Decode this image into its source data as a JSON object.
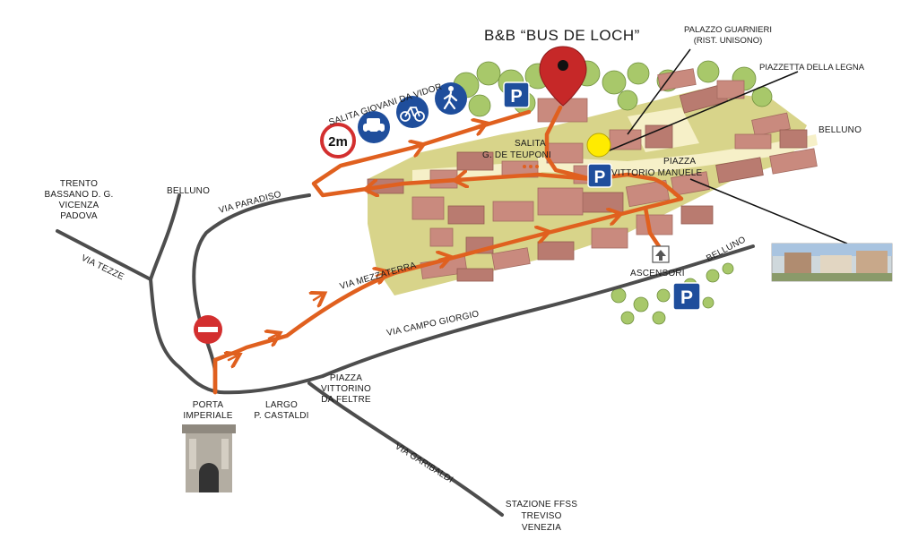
{
  "title": "B&B “BUS DE LOCH”",
  "labels": {
    "palazzo_guarnieri": "PALAZZO GUARNIERI",
    "rist_unisono": "(RIST. UNISONO)",
    "piazzetta_legna": "PIAZZETTA DELLA LEGNA",
    "belluno_east": "BELLUNO",
    "salita_giovani": "SALITA GIOVANI DA VIDOR",
    "salita": "SALITA",
    "teuponi": "G. DE TEUPONI",
    "piazza": "PIAZZA",
    "vittorio_manuele": "VITTORIO MANUELE",
    "trento_1": "TRENTO",
    "trento_2": "BASSANO D. G.",
    "trento_3": "VICENZA",
    "trento_4": "PADOVA",
    "belluno_west": "BELLUNO",
    "via_paradiso": "VIA PARADISO",
    "via_tezze": "VIA TEZZE",
    "via_mezzaterra": "VIA MEZZATERRA",
    "ascensori": "ASCENSORI",
    "belluno_se": "BELLUNO",
    "via_campo_giorgio": "VIA CAMPO GIORGIO",
    "piazza_v_1": "PIAZZA",
    "piazza_v_2": "VITTORINO",
    "piazza_v_3": "DA FELTRE",
    "porta_1": "PORTA",
    "porta_2": "IMPERIALE",
    "largo_1": "LARGO",
    "largo_2": "P. CASTALDI",
    "via_garibaldi": "VIA GARIBALDI",
    "stazione_1": "STAZIONE FFSS",
    "stazione_2": "TREVISO",
    "stazione_3": "VENEZIA"
  },
  "signs": {
    "parking": "P",
    "width_limit": "2m"
  },
  "colors": {
    "route": "#e0601f",
    "road": "#4d4d4d",
    "parking_blue": "#1f4e9c",
    "pin_red": "#c62828",
    "marker_yellow": "#ffeb00",
    "no_entry_red": "#d32f2f"
  },
  "icons": [
    "map-pin-icon",
    "parking-icon",
    "no-entry-icon",
    "car-icon",
    "bicycle-icon",
    "pedestrian-icon",
    "width-limit-icon",
    "elevator-icon"
  ]
}
